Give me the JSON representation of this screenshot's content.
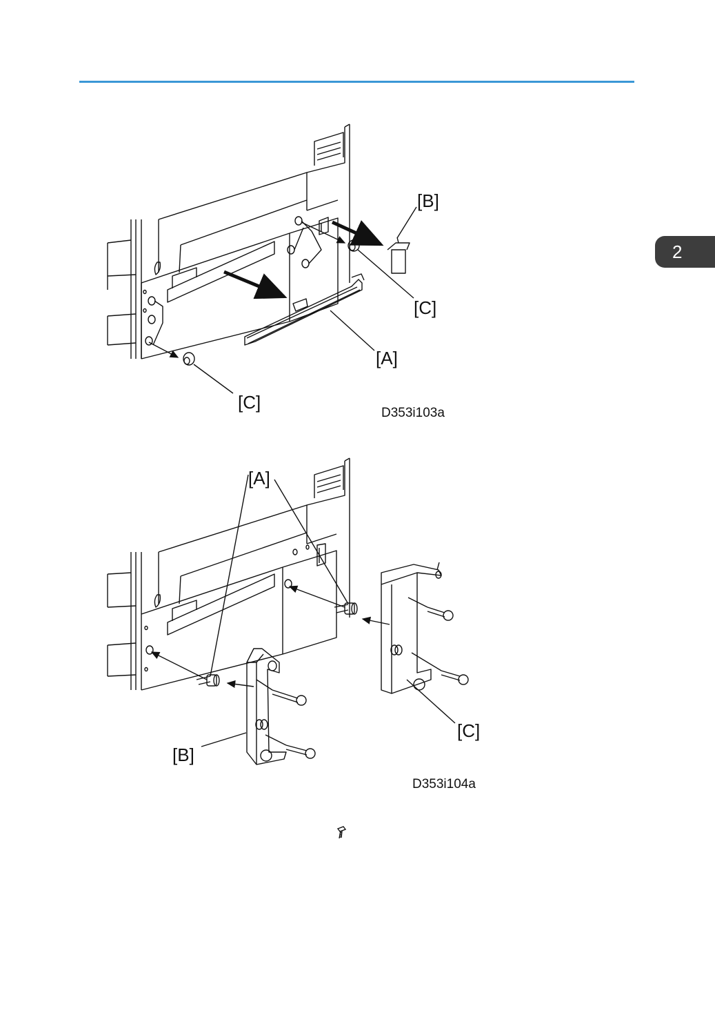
{
  "chapter_tab": "2",
  "figure1": {
    "code": "D353i103a",
    "labels": {
      "b": "[B]",
      "c_right": "[C]",
      "a": "[A]",
      "c_left": "[C]"
    }
  },
  "figure2": {
    "code": "D353i104a",
    "labels": {
      "a": "[A]",
      "c": "[C]",
      "b": "[B]"
    }
  },
  "icons": {
    "screw": "screw-icon"
  },
  "colors": {
    "rule": "#3a97d6",
    "tab": "#3d3d3d"
  }
}
